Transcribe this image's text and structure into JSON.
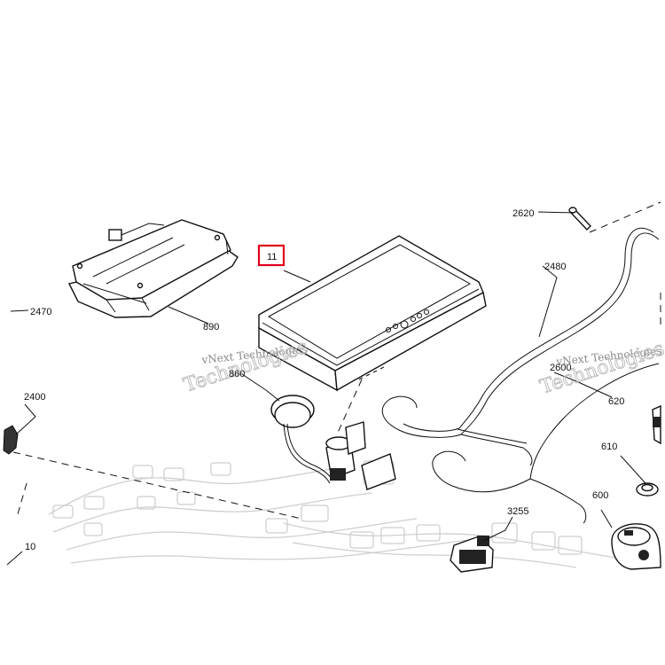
{
  "callouts": {
    "c2620": "2620",
    "c11": "11",
    "c2480": "2480",
    "c2470": "2470",
    "c890": "890",
    "c2600": "2600",
    "c860": "860",
    "c620": "620",
    "c2400": "2400",
    "c610": "610",
    "c600": "600",
    "c3255": "3255",
    "c10": "10"
  },
  "highlight_color": "#e0001b",
  "watermarks": [
    "vNext Technologies",
    "Technologies"
  ]
}
